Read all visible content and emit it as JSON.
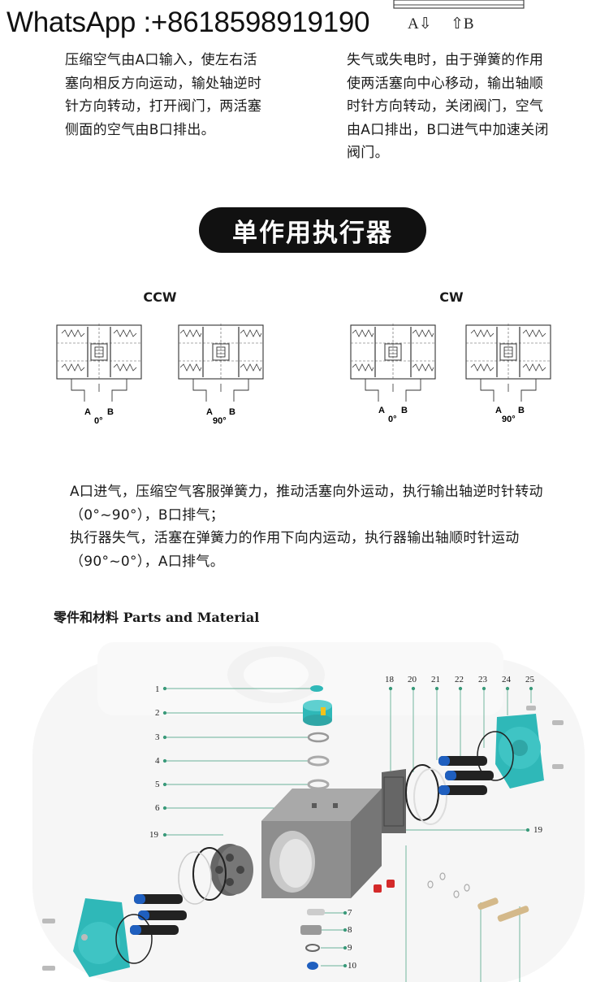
{
  "watermark": "WhatsApp :+8618598919190",
  "top_arrows": {
    "a_label": "A⇩",
    "b_label": "⇧B"
  },
  "principle": {
    "left_text": "压缩空气由A口输入，使左右活塞向相反方向运动，输处轴逆时针方向转动，打开阀门，两活塞侧面的空气由B口排出。",
    "right_text": "失气或失电时，由于弹簧的作用使两活塞向中心移动，输出轴顺时针方向转动，关闭阀门，空气由A口排出，B口进气中加速关闭阀门。"
  },
  "section_title": "单作用执行器",
  "diagrams": {
    "ccw_label": "CCW",
    "cw_label": "CW",
    "port_a": "A",
    "port_b": "B",
    "angle_0": "0°",
    "angle_90": "90°"
  },
  "description": {
    "line1": "A口进气，压缩空气客服弹簧力，推动活塞向外运动，执行输出轴逆时针转动（0°~90°），B口排气；",
    "line2": "执行器失气，活塞在弹簧力的作用下向内运动，执行器输出轴顺时针运动（90°~0°），A口排气。"
  },
  "parts": {
    "title": "零件和材料 Parts and Material",
    "left_numbers": [
      "1",
      "2",
      "3",
      "4",
      "5",
      "6",
      "19"
    ],
    "top_numbers": [
      "18",
      "20",
      "21",
      "22",
      "23",
      "24",
      "25"
    ],
    "right_number": "19",
    "bottom_numbers": [
      "7",
      "8",
      "9",
      "10"
    ],
    "colors": {
      "teal": "#2fb8b8",
      "blue": "#1f5fbf",
      "red": "#d42a2a",
      "body": "#8e8e8e"
    }
  }
}
